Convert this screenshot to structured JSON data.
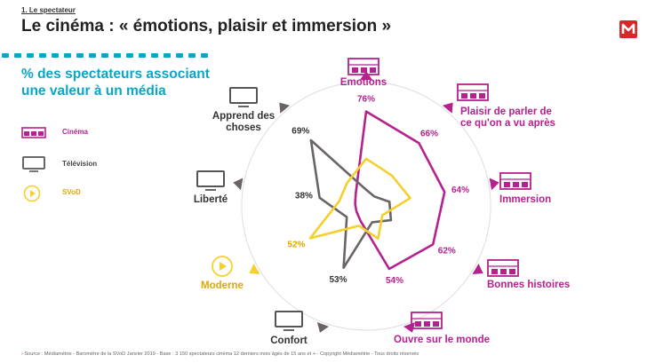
{
  "header": {
    "breadcrumb": "1. Le spectateur",
    "title": "Le cinéma : « émotions, plaisir et immersion »"
  },
  "subtitle": "% des spectateurs associant une valeur à un média",
  "legend": [
    {
      "label": "Cinéma",
      "color": "#b5218f",
      "icon": "cinema-seats-icon"
    },
    {
      "label": "Télévision",
      "color": "#6b6467",
      "icon": "tv-icon"
    },
    {
      "label": "SVoD",
      "color": "#f5cf2b",
      "icon": "svod-play-icon"
    }
  ],
  "source": "Source : Médiamétrie - Baromètre de la SVoD Janvier 2019 - Base : 3 150 spectateurs cinéma 12 derniers mois âgés de 15 ans et + - Copyright Médiamétrie - Tous droits réservés",
  "colors": {
    "accent": "#0aa6c8",
    "cinema": "#b5218f",
    "tv": "#6b6467",
    "svod": "#f5cf2b"
  },
  "chart_data": {
    "type": "radar",
    "axes": [
      "Emotions",
      "Plaisir de parler de ce qu'on a vu après",
      "Immersion",
      "Bonnes histoires",
      "Ouvre sur le monde",
      "Confort",
      "Moderne",
      "Liberté",
      "Apprend des choses"
    ],
    "axis_colors": [
      "#b5218f",
      "#b5218f",
      "#b5218f",
      "#b5218f",
      "#b5218f",
      "#6b6467",
      "#f5cf2b",
      "#6b6467",
      "#6b6467"
    ],
    "axis_icons": [
      "cinema-seats-icon",
      "cinema-seats-icon",
      "cinema-seats-icon",
      "cinema-seats-icon",
      "cinema-seats-icon",
      "tv-icon",
      "svod-play-icon",
      "tv-icon",
      "tv-icon"
    ],
    "series": [
      {
        "name": "Cinéma",
        "color": "#b5218f",
        "values": [
          76,
          66,
          64,
          62,
          54,
          13,
          9,
          9,
          13
        ]
      },
      {
        "name": "Télévision",
        "color": "#6b6467",
        "values": [
          13,
          10,
          19,
          23,
          14,
          53,
          18,
          38,
          69
        ]
      },
      {
        "name": "SVoD",
        "color": "#f5cf2b",
        "values": [
          38,
          32,
          36,
          15,
          28,
          17,
          52,
          22,
          24
        ]
      }
    ],
    "value_labels": [
      {
        "axis": 0,
        "text": "76%",
        "color": "#b5218f"
      },
      {
        "axis": 1,
        "text": "66%",
        "color": "#b5218f"
      },
      {
        "axis": 2,
        "text": "64%",
        "color": "#b5218f"
      },
      {
        "axis": 3,
        "text": "62%",
        "color": "#b5218f"
      },
      {
        "axis": 4,
        "text": "54%",
        "color": "#b5218f"
      },
      {
        "axis": 5,
        "text": "53%",
        "color": "#333333"
      },
      {
        "axis": 6,
        "text": "52%",
        "color": "#e0a800"
      },
      {
        "axis": 7,
        "text": "38%",
        "color": "#333333"
      },
      {
        "axis": 8,
        "text": "69%",
        "color": "#333333"
      }
    ],
    "range": [
      0,
      100
    ],
    "grid": "outer circle"
  }
}
